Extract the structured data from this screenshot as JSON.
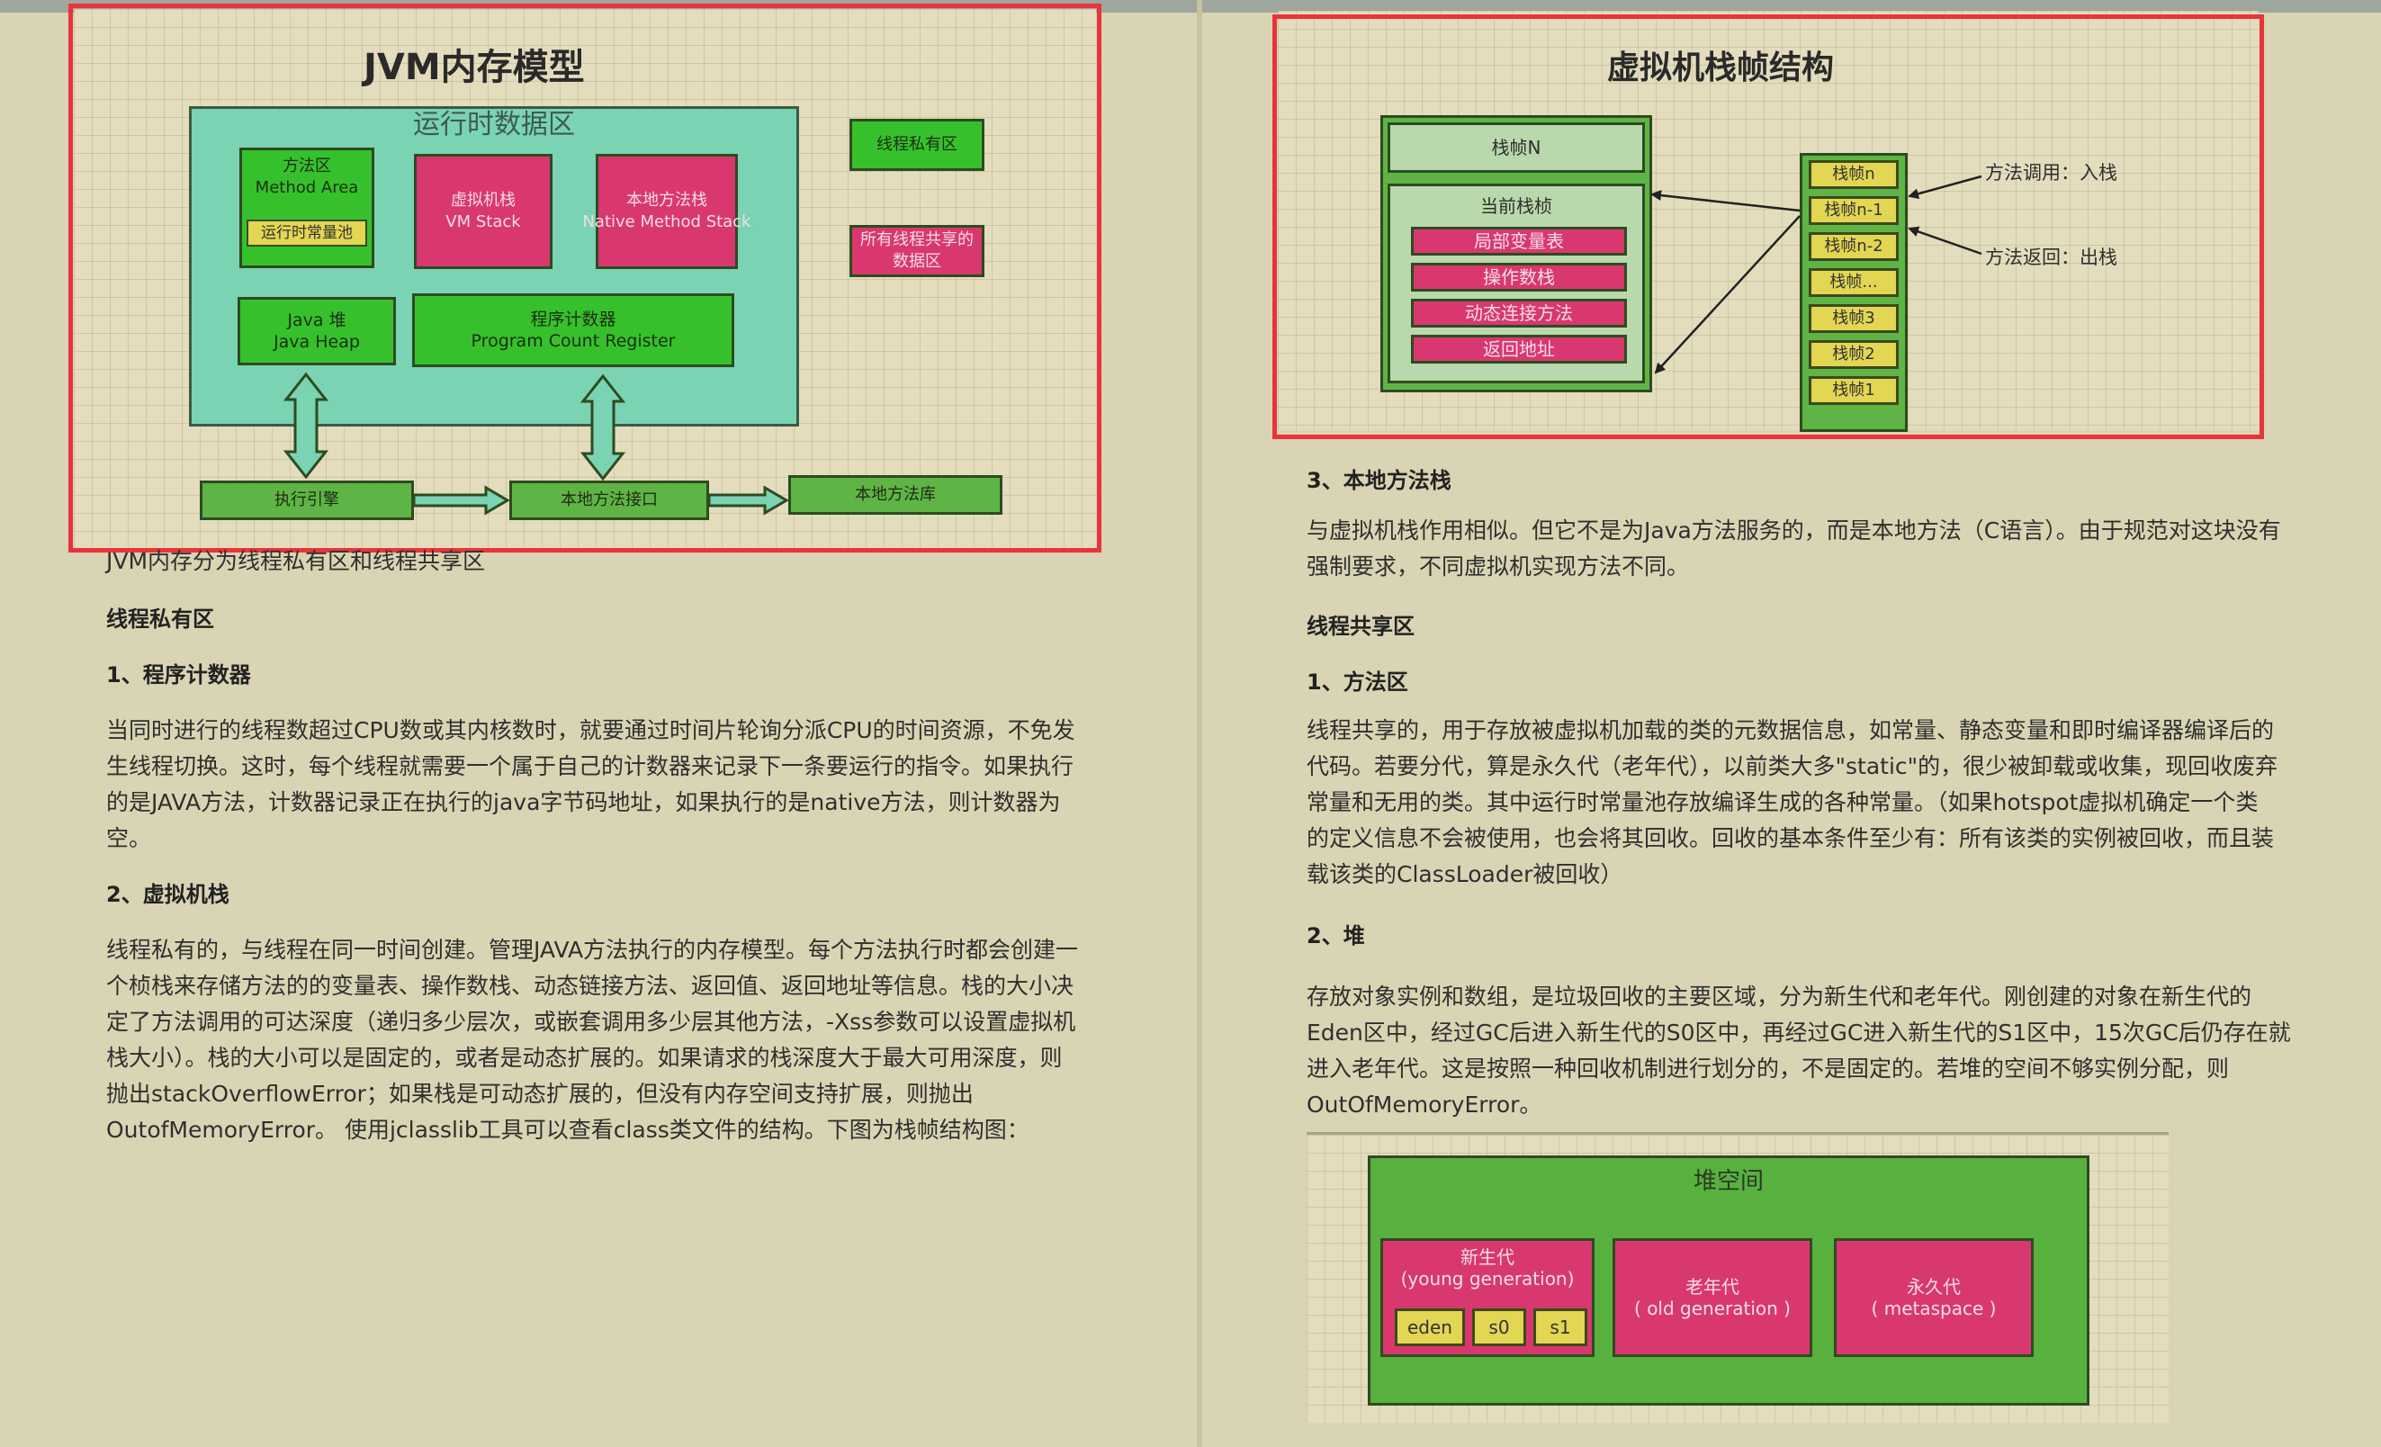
{
  "left": {
    "diagram": {
      "title": "JVM内存模型",
      "runtime_area": "运行时数据区",
      "method_area": [
        "方法区",
        "Method Area"
      ],
      "constant_pool": "运行时常量池",
      "vm_stack": [
        "虚拟机栈",
        "VM Stack"
      ],
      "native_stack": [
        "本地方法栈",
        "Native Method Stack"
      ],
      "java_heap": [
        "Java 堆",
        "Java Heap"
      ],
      "pc_register": [
        "程序计数器",
        "Program Count Register"
      ],
      "legend_private": "线程私有区",
      "legend_shared": [
        "所有线程共享的",
        "数据区"
      ],
      "exec_engine": "执行引擎",
      "native_interface": "本地方法接口",
      "native_library": "本地方法库"
    },
    "caption": "JVM内存分为线程私有区和线程共享区",
    "h_private": "线程私有区",
    "h_pc": "1、程序计数器",
    "p_pc": [
      "当同时进行的线程数超过CPU数或其内核数时，就要通过时间片轮询分派CPU的时间资源，不免发",
      "生线程切换。这时，每个线程就需要一个属于自己的计数器来记录下一条要运行的指令。如果执行",
      "的是JAVA方法，计数器记录正在执行的java字节码地址，如果执行的是native方法，则计数器为",
      "空。"
    ],
    "h_vm": "2、虚拟机栈",
    "p_vm": [
      "线程私有的，与线程在同一时间创建。管理JAVA方法执行的内存模型。每个方法执行时都会创建一",
      "个桢栈来存储方法的的变量表、操作数栈、动态链接方法、返回值、返回地址等信息。栈的大小决",
      "定了方法调用的可达深度（递归多少层次，或嵌套调用多少层其他方法，-Xss参数可以设置虚拟机",
      "栈大小）。栈的大小可以是固定的，或者是动态扩展的。如果请求的栈深度大于最大可用深度，则",
      "抛出stackOverflowError；如果栈是可动态扩展的，但没有内存空间支持扩展，则抛出",
      "OutofMemoryError。 使用jclasslib工具可以查看class类文件的结构。下图为栈帧结构图："
    ]
  },
  "right": {
    "diagram": {
      "title": "虚拟机栈帧结构",
      "frame_n": "栈帧N",
      "current_frame": "当前栈桢",
      "frame_items": [
        "局部变量表",
        "操作数栈",
        "动态连接方法",
        "返回地址"
      ],
      "stack": [
        "栈帧n",
        "栈帧n-1",
        "栈帧n-2",
        "栈帧...",
        "栈帧3",
        "栈帧2",
        "栈帧1"
      ],
      "push_label": "方法调用：入栈",
      "pop_label": "方法返回：出栈"
    },
    "h_native": "3、本地方法栈",
    "p_native": [
      "与虚拟机栈作用相似。但它不是为Java方法服务的，而是本地方法（C语言）。由于规范对这块没有",
      "强制要求，不同虚拟机实现方法不同。"
    ],
    "h_shared": "线程共享区",
    "h_method": "1、方法区",
    "p_method": [
      "线程共享的，用于存放被虚拟机加载的类的元数据信息，如常量、静态变量和即时编译器编译后的",
      "代码。若要分代，算是永久代（老年代），以前类大多\"static\"的，很少被卸载或收集，现回收废弃",
      "常量和无用的类。其中运行时常量池存放编译生成的各种常量。（如果hotspot虚拟机确定一个类",
      "的定义信息不会被使用，也会将其回收。回收的基本条件至少有：所有该类的实例被回收，而且装",
      "载该类的ClassLoader被回收）"
    ],
    "h_heap": "2、堆",
    "p_heap": [
      "存放对象实例和数组，是垃圾回收的主要区域，分为新生代和老年代。刚创建的对象在新生代的",
      "Eden区中，经过GC后进入新生代的S0区中，再经过GC进入新生代的S1区中，15次GC后仍存在就",
      "进入老年代。这是按照一种回收机制进行划分的，不是固定的。若堆的空间不够实例分配，则",
      "OutOfMemoryError。"
    ],
    "heap": {
      "title": "堆空间",
      "young": [
        "新生代",
        "(young generation)"
      ],
      "eden": "eden",
      "s0": "s0",
      "s1": "s1",
      "old": [
        "老年代",
        "( old generation )"
      ],
      "meta": [
        "永久代",
        "( metaspace )"
      ]
    }
  }
}
